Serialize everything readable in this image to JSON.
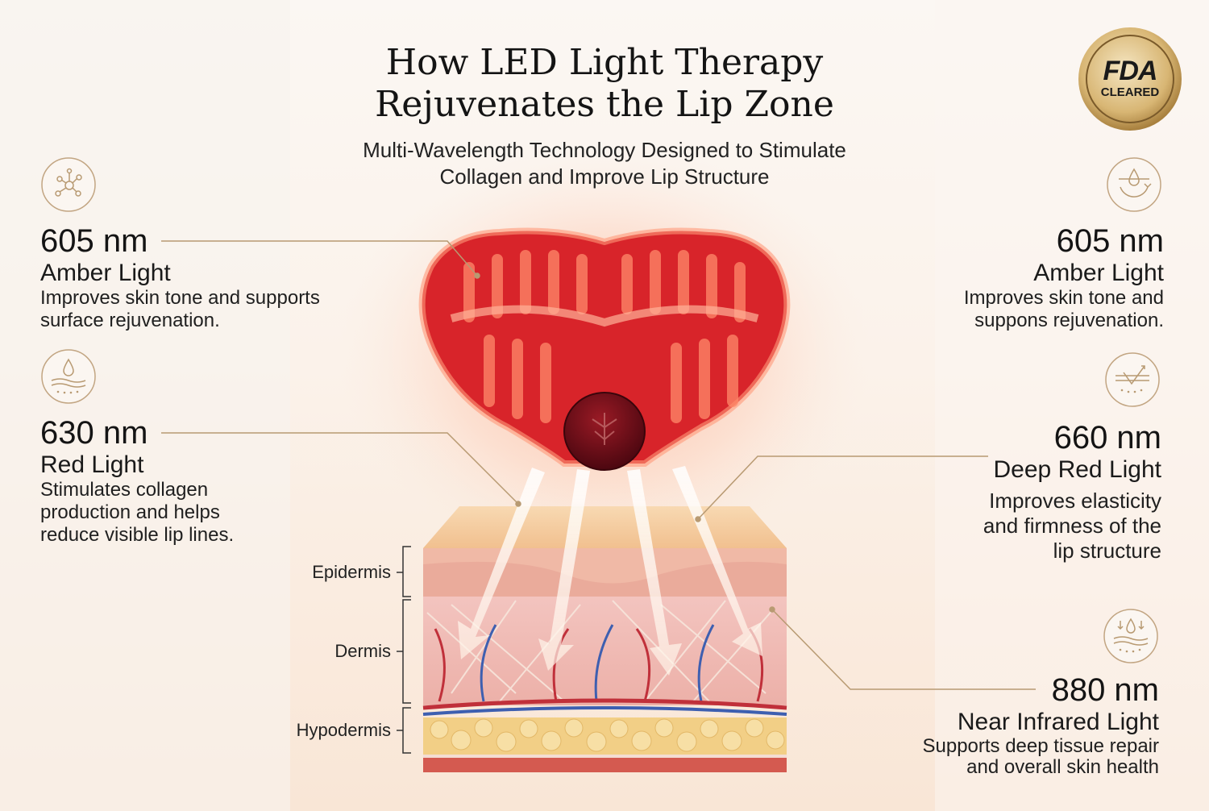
{
  "header": {
    "title_line1": "How LED Light Therapy",
    "title_line2": "Rejuvenates the Lip Zone",
    "subtitle_line1": "Multi-Wavelength Technology Designed to Stimulate",
    "subtitle_line2": "Collagen and Improve Lip Structure"
  },
  "badge": {
    "line1": "FDA",
    "line2": "CLEARED"
  },
  "callouts": {
    "left_top": {
      "wavelength": "605 nm",
      "name": "Amber Light",
      "desc1": "Improves skin tone and supports",
      "desc2": "surface rejuvenation.",
      "icon": "molecule-icon"
    },
    "left_bottom": {
      "wavelength": "630 nm",
      "name": "Red Light",
      "desc1": "Stimulates collagen",
      "desc2": "production and helps",
      "desc3": "reduce visible lip lines.",
      "icon": "droplet-skin-icon"
    },
    "right_top": {
      "wavelength": "605 nm",
      "name": "Amber Light",
      "desc1": "Improves skin tone and",
      "desc2": "suppons rejuvenation.",
      "icon": "hydration-cycle-icon"
    },
    "right_middle": {
      "wavelength": "660 nm",
      "name": "Deep Red Light",
      "desc1": "Improves elasticity",
      "desc2": "and firmness of the",
      "desc3": "lip structure",
      "icon": "skin-check-icon"
    },
    "right_bottom": {
      "wavelength": "880 nm",
      "name": "Near Infrared Light",
      "desc1": "Supports deep tissue repair",
      "desc2": "and overall skin health",
      "icon": "deep-absorption-icon"
    }
  },
  "layers": {
    "epidermis": "Epidermis",
    "dermis": "Dermis",
    "hypodermis": "Hypodermis"
  },
  "colors": {
    "accent_gold": "#b89a72",
    "led_red": "#d8242a",
    "led_glow": "#ff6a4a",
    "device_button": "#6e0d16",
    "skin_pink": "#f1c2bf",
    "fat_yellow": "#f2cf86",
    "badge_gold": "#c9a35a"
  }
}
